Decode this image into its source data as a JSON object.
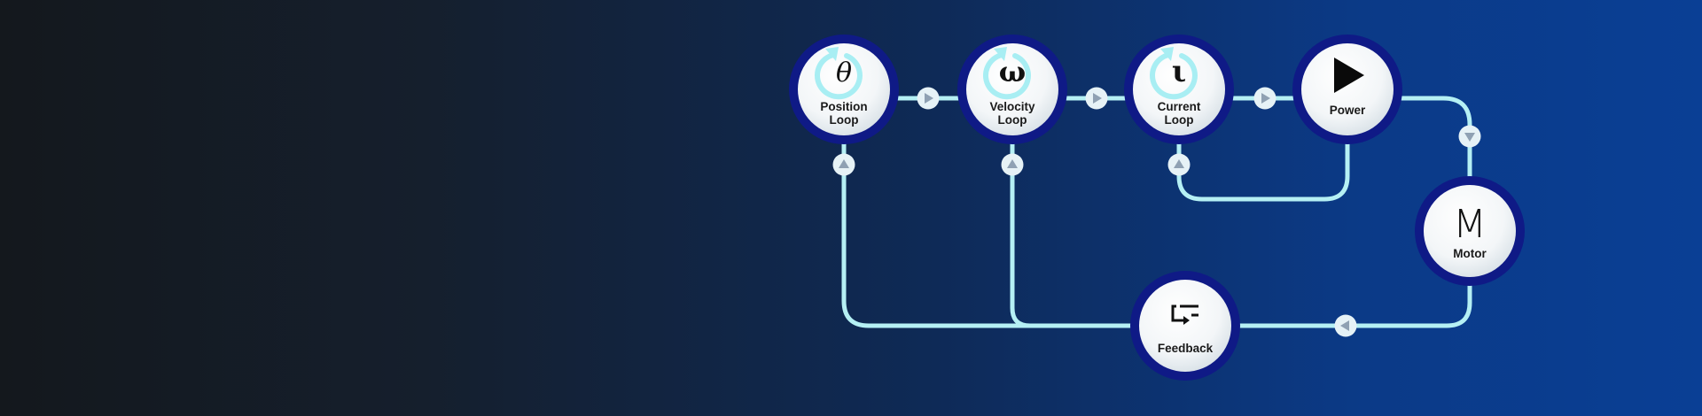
{
  "diagram": {
    "nodes": [
      {
        "id": "position",
        "symbol": "θ",
        "label_line1": "Position",
        "label_line2": "Loop",
        "icon": "theta-icon"
      },
      {
        "id": "velocity",
        "symbol": "ω",
        "label_line1": "Velocity",
        "label_line2": "Loop",
        "icon": "omega-icon"
      },
      {
        "id": "current",
        "symbol": "ι",
        "label_line1": "Current",
        "label_line2": "Loop",
        "icon": "iota-icon"
      },
      {
        "id": "power",
        "label_line1": "Power",
        "icon": "play-icon"
      },
      {
        "id": "motor",
        "symbol": "M",
        "label_line1": "Motor",
        "icon": "motor-m-icon"
      },
      {
        "id": "feedback",
        "label_line1": "Feedback",
        "icon": "feedback-icon"
      }
    ],
    "colors": {
      "connector": "#b5f0f4",
      "node_ring": "#0f1a86",
      "loop_arrow": "#a8eef3",
      "arrow_marker_fill": "#e6f2f6",
      "arrow_glyph": "#8fa1b3"
    }
  }
}
